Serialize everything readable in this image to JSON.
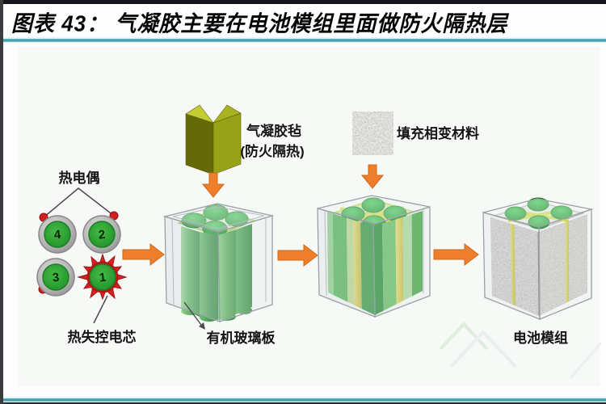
{
  "window": {
    "title": "图表 43： 气凝胶主要在电池模组里面做防火隔热层"
  },
  "labels": {
    "thermocouple": "热电偶",
    "thermal_runaway_cell": "热失控电芯",
    "aerogel_felt": "气凝胶毡",
    "aerogel_felt_sub": "(防火隔热)",
    "phase_change_material": "填充相变材料",
    "plexiglass_plate": "有机玻璃板",
    "battery_module": "电池模组"
  },
  "cells": [
    {
      "num": "4"
    },
    {
      "num": "2"
    },
    {
      "num": "3"
    },
    {
      "num": "1",
      "state": "thermal-runaway"
    }
  ],
  "icons": [
    "flow-arrow-right-icon",
    "flow-arrow-down-icon",
    "flame-burst-icon",
    "aerogel-cross-icon",
    "pcm-texture-swatch"
  ],
  "colors": {
    "teal_rule": "#49a5b4",
    "arrow_orange": "#ee7e2b",
    "cell_green": "#2ea32e",
    "flame_red": "#d81f1f",
    "aerogel_olive": "#97a216",
    "aerogel_yellow": "#d6d155",
    "pcm_gray": "#9b9b97",
    "frame_dark": "#16161e"
  }
}
